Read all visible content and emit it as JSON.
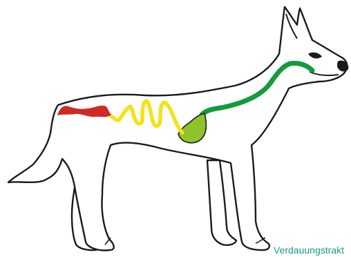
{
  "caption": "Verdauungstrakt",
  "colors": {
    "outline": "#1a1a1a",
    "body_fill": "#ffffff",
    "esophagus": "#129c3a",
    "stomach": "#8fc32c",
    "small_intestine": "#f2e21a",
    "large_intestine": "#cf2a26",
    "caption": "#1c9a86"
  },
  "regions": [
    "esophagus",
    "stomach",
    "small-intestine",
    "large-intestine"
  ]
}
